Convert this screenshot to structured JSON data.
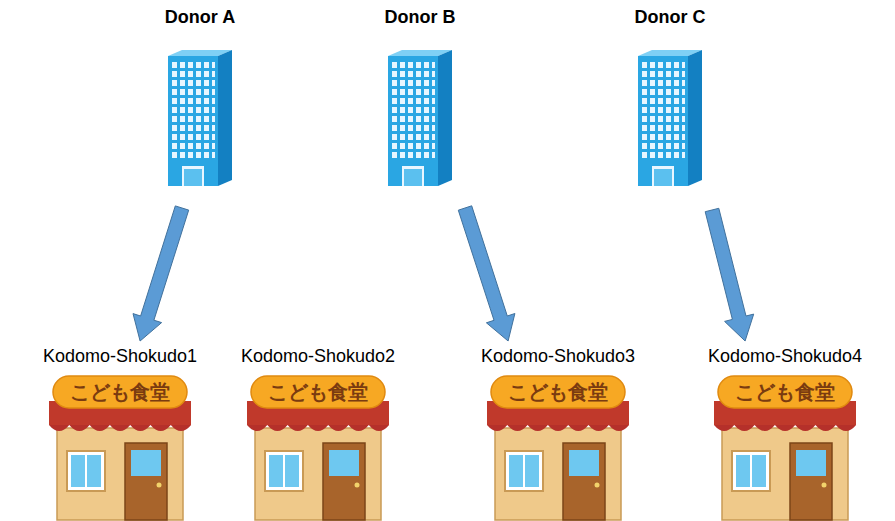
{
  "diagram": {
    "nodes": [
      {
        "text": [
          "Donor A"
        ]
      },
      {
        "text": [
          "Donor B"
        ]
      },
      {
        "text": [
          "Donor C"
        ]
      },
      {
        "text": [
          "Kodomo-Shokudo1",
          "こども食堂"
        ]
      },
      {
        "text": [
          "Kodomo-Shokudo2",
          "こども食堂"
        ]
      },
      {
        "text": [
          "Kodomo-Shokudo3",
          "こども食堂"
        ]
      },
      {
        "text": [
          "Kodomo-Shokudo4",
          "こども食堂"
        ]
      }
    ],
    "edges": [
      {
        "from": 0,
        "to": 3,
        "arrow": "to"
      },
      {
        "from": 1,
        "to": 5,
        "arrow": "to"
      },
      {
        "from": 2,
        "to": 6,
        "arrow": "to"
      }
    ]
  }
}
